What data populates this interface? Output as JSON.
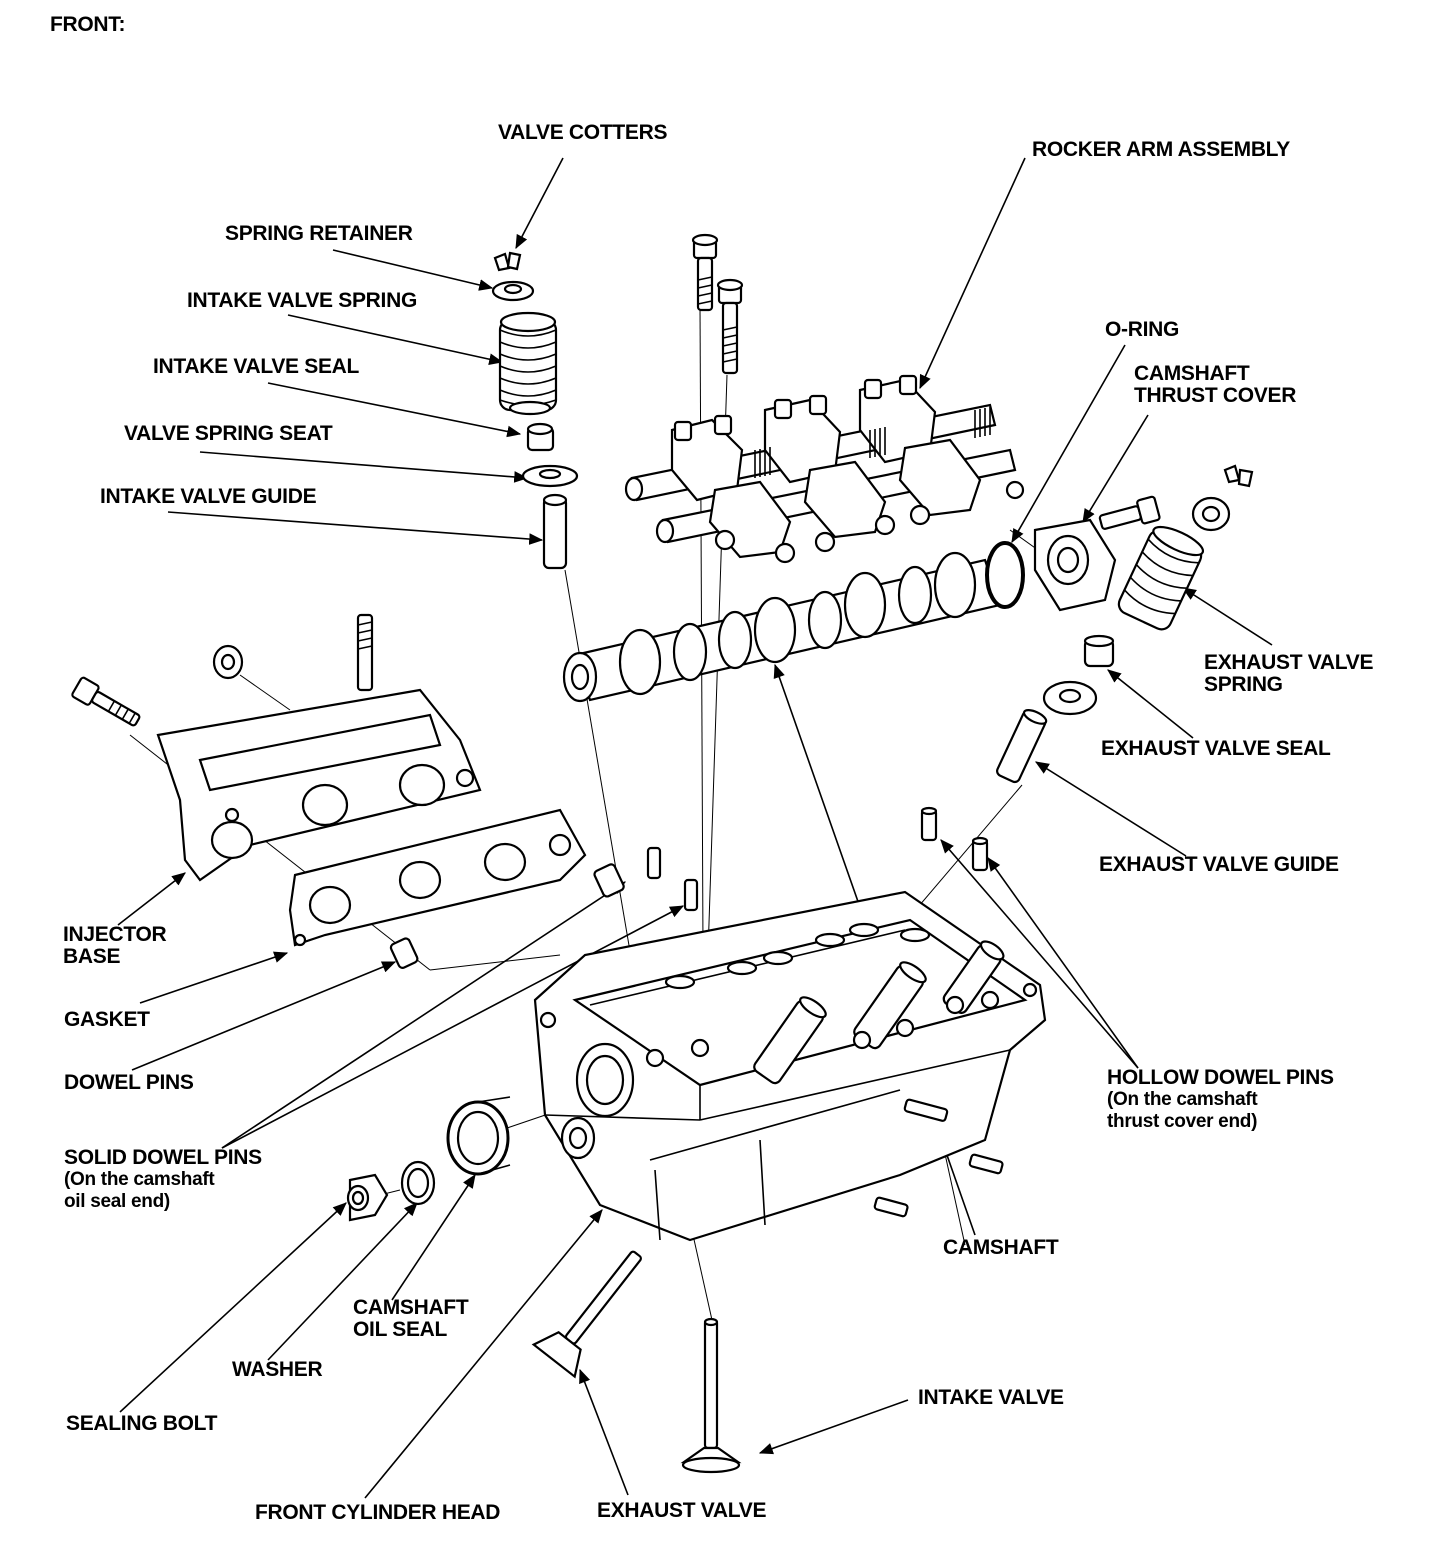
{
  "title": "FRONT:",
  "labels": {
    "valve_cotters": "VALVE COTTERS",
    "rocker_arm_assembly": "ROCKER ARM ASSEMBLY",
    "spring_retainer": "SPRING RETAINER",
    "intake_valve_spring": "INTAKE VALVE SPRING",
    "o_ring": "O-RING",
    "intake_valve_seal": "INTAKE VALVE SEAL",
    "camshaft_thrust_cover_1": "CAMSHAFT",
    "camshaft_thrust_cover_2": "THRUST COVER",
    "valve_spring_seat": "VALVE SPRING SEAT",
    "intake_valve_guide": "INTAKE VALVE GUIDE",
    "exhaust_valve_spring_1": "EXHAUST VALVE",
    "exhaust_valve_spring_2": "SPRING",
    "exhaust_valve_seal": "EXHAUST VALVE SEAL",
    "exhaust_valve_guide": "EXHAUST VALVE GUIDE",
    "injector_base_1": "INJECTOR",
    "injector_base_2": "BASE",
    "gasket": "GASKET",
    "dowel_pins": "DOWEL PINS",
    "hollow_dowel_pins_1": "HOLLOW DOWEL PINS",
    "hollow_dowel_pins_2": "(On the camshaft",
    "hollow_dowel_pins_3": "thrust cover end)",
    "solid_dowel_pins_1": "SOLID DOWEL PINS",
    "solid_dowel_pins_2": "(On the camshaft",
    "solid_dowel_pins_3": "oil seal end)",
    "camshaft": "CAMSHAFT",
    "camshaft_oil_seal_1": "CAMSHAFT",
    "camshaft_oil_seal_2": "OIL SEAL",
    "washer": "WASHER",
    "sealing_bolt": "SEALING BOLT",
    "intake_valve": "INTAKE VALVE",
    "front_cylinder_head": "FRONT CYLINDER HEAD",
    "exhaust_valve": "EXHAUST VALVE"
  }
}
